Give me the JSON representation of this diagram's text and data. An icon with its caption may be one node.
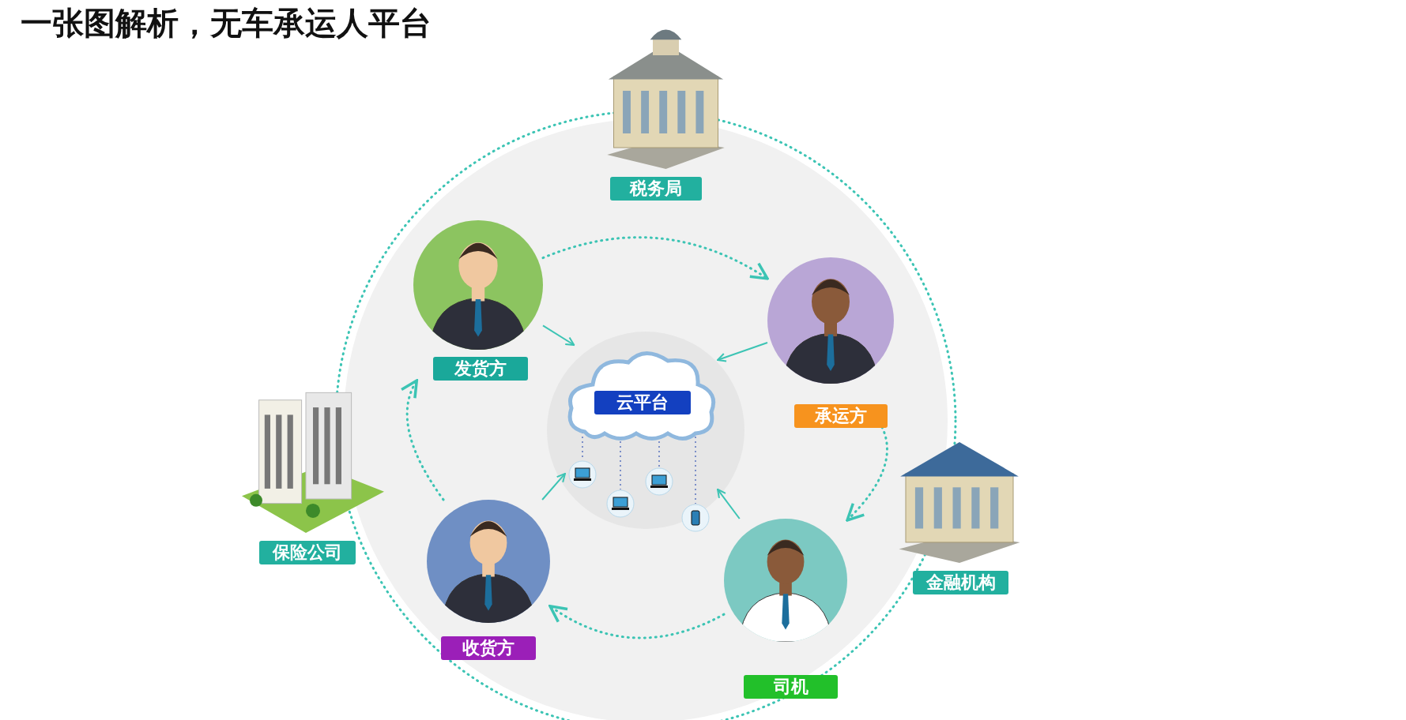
{
  "diagram": {
    "title": "一张图解析，无车承运人平台",
    "nodes": [
      {
        "text": [
          "税务局"
        ]
      },
      {
        "text": [
          "发货方"
        ]
      },
      {
        "text": [
          "承运方"
        ]
      },
      {
        "text": [
          "云平台"
        ]
      },
      {
        "text": [
          "金融机构"
        ]
      },
      {
        "text": [
          "司机"
        ]
      },
      {
        "text": [
          "收货方"
        ]
      },
      {
        "text": [
          "保险公司"
        ]
      }
    ],
    "edges": [
      {
        "from": 1,
        "to": 2,
        "arrow": "to",
        "style": "dashed"
      },
      {
        "from": 2,
        "to": 5,
        "arrow": "to",
        "style": "dashed"
      },
      {
        "from": 5,
        "to": 6,
        "arrow": "to",
        "style": "dashed"
      },
      {
        "from": 6,
        "to": 1,
        "arrow": "to",
        "style": "dashed"
      },
      {
        "from": 1,
        "to": 3,
        "arrow": "to"
      },
      {
        "from": 2,
        "to": 3,
        "arrow": "to"
      },
      {
        "from": 6,
        "to": 3,
        "arrow": "to"
      },
      {
        "from": 5,
        "to": 3,
        "arrow": "to"
      }
    ]
  }
}
